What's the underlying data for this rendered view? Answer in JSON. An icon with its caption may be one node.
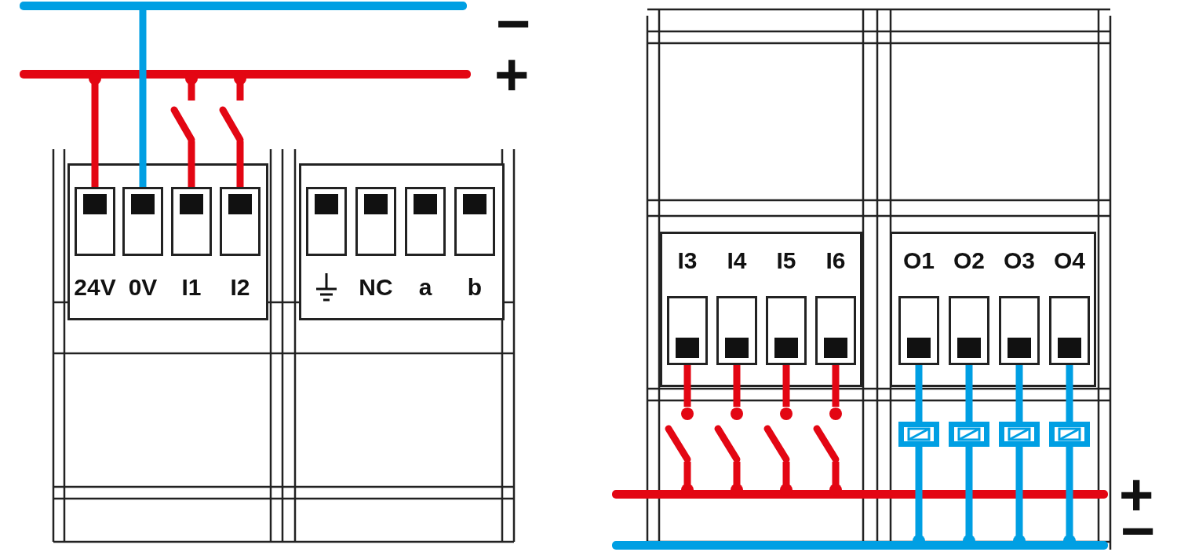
{
  "diagram": {
    "nodes": [
      {
        "text": [],
        "shape": "bar",
        "beside": [
          "−"
        ]
      },
      {
        "text": [],
        "shape": "bar",
        "beside": [
          "+"
        ]
      },
      {
        "text": [
          "24V"
        ]
      },
      {
        "text": [
          "0V"
        ]
      },
      {
        "text": [
          "I1"
        ]
      },
      {
        "text": [
          "I2"
        ]
      },
      {
        "text": [],
        "shape": "box"
      },
      {
        "text": [
          "NC"
        ]
      },
      {
        "text": [
          "a"
        ]
      },
      {
        "text": [
          "b"
        ]
      },
      {
        "text": [
          "I3"
        ]
      },
      {
        "text": [
          "I4"
        ]
      },
      {
        "text": [
          "I5"
        ]
      },
      {
        "text": [
          "I6"
        ]
      },
      {
        "text": [
          "O1"
        ]
      },
      {
        "text": [
          "O2"
        ]
      },
      {
        "text": [
          "O3"
        ]
      },
      {
        "text": [
          "O4"
        ]
      },
      {
        "text": [],
        "shape": "bar",
        "beside": [
          "+"
        ]
      },
      {
        "text": [],
        "shape": "bar",
        "beside": [
          "−"
        ]
      },
      {
        "text": [],
        "shape": "switch"
      },
      {
        "text": [],
        "shape": "switch"
      },
      {
        "text": [],
        "shape": "switch"
      },
      {
        "text": [],
        "shape": "switch"
      },
      {
        "text": [],
        "shape": "switch"
      },
      {
        "text": [],
        "shape": "switch"
      },
      {
        "text": [],
        "shape": "coil"
      },
      {
        "text": [],
        "shape": "coil"
      },
      {
        "text": [],
        "shape": "coil"
      },
      {
        "text": [],
        "shape": "coil"
      }
    ],
    "edges": [
      {
        "from": 1,
        "to": 2,
        "arrow": "other"
      },
      {
        "from": 0,
        "to": 3,
        "arrow": "none",
        "color": "#009fe3"
      },
      {
        "from": 1,
        "to": 20,
        "arrow": "other"
      },
      {
        "from": 20,
        "to": 4,
        "arrow": "none"
      },
      {
        "from": 1,
        "to": 21,
        "arrow": "other"
      },
      {
        "from": 21,
        "to": 5,
        "arrow": "none"
      },
      {
        "from": 18,
        "to": 22,
        "arrow": "other"
      },
      {
        "from": 22,
        "to": 10,
        "arrow": "none"
      },
      {
        "from": 18,
        "to": 23,
        "arrow": "other"
      },
      {
        "from": 23,
        "to": 11,
        "arrow": "none"
      },
      {
        "from": 18,
        "to": 24,
        "arrow": "other"
      },
      {
        "from": 24,
        "to": 12,
        "arrow": "none"
      },
      {
        "from": 18,
        "to": 25,
        "arrow": "other"
      },
      {
        "from": 25,
        "to": 13,
        "arrow": "none"
      },
      {
        "from": 14,
        "to": 26,
        "arrow": "none",
        "color": "#009fe3"
      },
      {
        "from": 26,
        "to": 19,
        "arrow": "other",
        "color": "#009fe3"
      },
      {
        "from": 15,
        "to": 27,
        "arrow": "none",
        "color": "#009fe3"
      },
      {
        "from": 27,
        "to": 19,
        "arrow": "other",
        "color": "#009fe3"
      },
      {
        "from": 16,
        "to": 28,
        "arrow": "none",
        "color": "#009fe3"
      },
      {
        "from": 28,
        "to": 19,
        "arrow": "other",
        "color": "#009fe3"
      },
      {
        "from": 17,
        "to": 29,
        "arrow": "none",
        "color": "#009fe3"
      },
      {
        "from": 29,
        "to": 19,
        "arrow": "other",
        "color": "#009fe3"
      }
    ]
  }
}
